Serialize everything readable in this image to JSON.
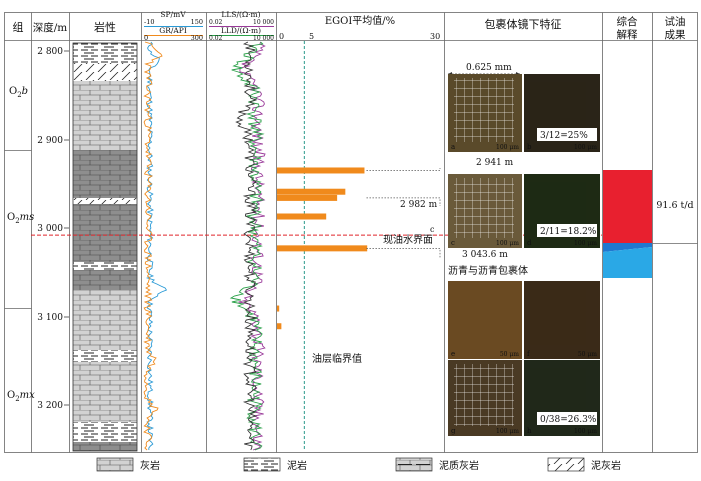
{
  "headers": {
    "formation": "组",
    "depth": "深度/m",
    "lithology": "岩性",
    "sp": "SP/mV",
    "sp_min": "-10",
    "sp_max": "150",
    "gr": "GR/API",
    "gr_min": "0",
    "gr_max": "300",
    "lls": "LLS/(Ω·m)",
    "lls_min": "0.02",
    "lls_max": "10 000",
    "lld": "LLD/(Ω·m)",
    "lld_min": "0.02",
    "lld_max": "10 000",
    "egoi": "EGOI平均值/%",
    "egoi_ticks": [
      "0",
      "5",
      "30"
    ],
    "inclusion": "包裹体镜下特征",
    "interpretation": "综合解释",
    "test": "试油成果"
  },
  "formations": [
    "O2b",
    "O2ms",
    "O2mx"
  ],
  "depth_ticks": [
    "2 800",
    "2 900",
    "3 000",
    "3 100",
    "3 200"
  ],
  "chart_data": {
    "type": "bar",
    "title": "",
    "xlabel": "EGOI平均值/%",
    "ylabel": "深度/m",
    "xlim": [
      0,
      30
    ],
    "ylim": [
      2785,
      3255
    ],
    "y": [
      2935,
      2959,
      2966,
      2987,
      3023,
      3091,
      3111
    ],
    "values": [
      16,
      12.5,
      11,
      9,
      16.5,
      0.4,
      0.8
    ],
    "threshold_value": 5,
    "threshold_label": "油层临界值",
    "owc_depth": 3008,
    "owc_label": "现油水界面"
  },
  "photos": [
    {
      "letter": "a",
      "scale": "100 μm"
    },
    {
      "letter": "b",
      "scale": "100 μm",
      "ratio": "3/12=25%"
    },
    {
      "letter": "c",
      "scale": "100 μm"
    },
    {
      "letter": "d",
      "scale": "100 μm",
      "ratio": "2/11=18.2%"
    },
    {
      "letter": "e",
      "scale": "50 μm"
    },
    {
      "letter": "f",
      "scale": "50 μm"
    },
    {
      "letter": "g",
      "scale": "100 μm"
    },
    {
      "letter": "h",
      "scale": "100 μm",
      "ratio": "0/38=26.3%"
    }
  ],
  "annotations": {
    "grain_size": "0.625 mm",
    "d1": "2 941 m",
    "d2": "2 982 m",
    "d3": "3 043.6 m",
    "asphalt": "沥青与沥青包裹体",
    "c_label": "c"
  },
  "test_result": "91.6 t/d",
  "colors": {
    "bar": "#f08a1c",
    "threshold": "#2a9a8a",
    "owc": "#e0242a",
    "oil": "#e8202f",
    "water": "#2aa8e6",
    "sp": "#2a9ad6",
    "gr": "#f08a1c",
    "lls": "#9a3a9a",
    "lld": "#2aa048"
  },
  "legend": [
    {
      "icon": "limestone-icon",
      "label": "灰岩"
    },
    {
      "icon": "mudstone-icon",
      "label": "泥岩"
    },
    {
      "icon": "argillaceous-limestone-icon",
      "label": "泥质灰岩"
    },
    {
      "icon": "marl-icon",
      "label": "泥灰岩"
    }
  ]
}
